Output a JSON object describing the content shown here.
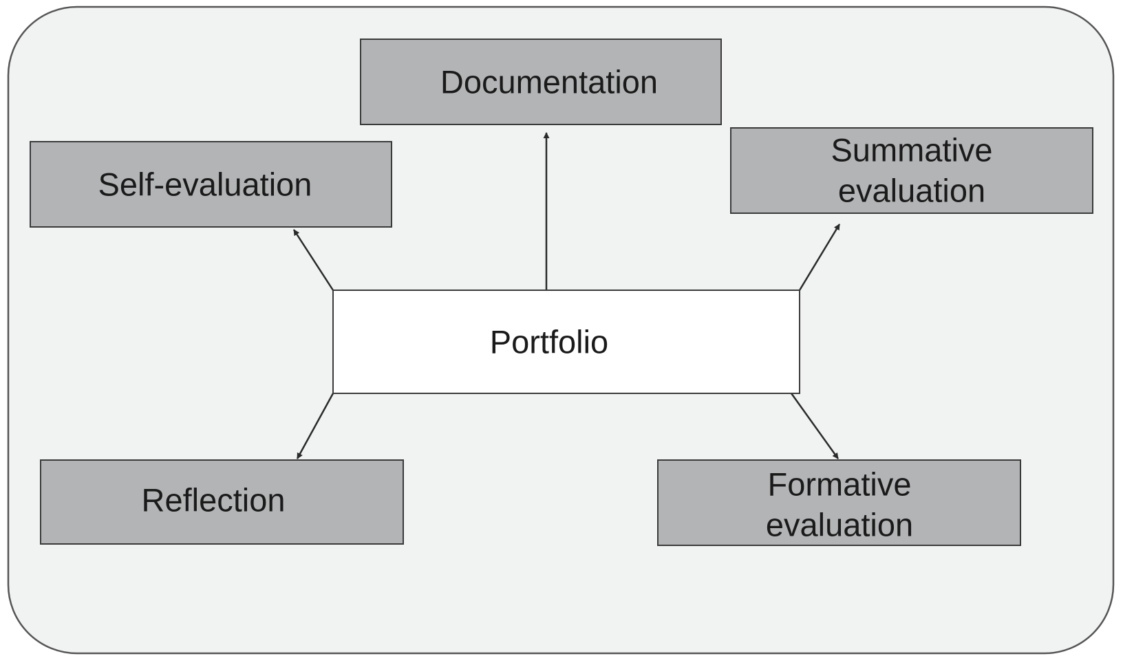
{
  "diagram": {
    "center": {
      "label": "Portfolio"
    },
    "nodes": [
      {
        "id": "documentation",
        "lines": [
          "Documentation"
        ]
      },
      {
        "id": "self-evaluation",
        "lines": [
          "Self-evaluation"
        ]
      },
      {
        "id": "summative-evaluation",
        "lines": [
          "Summative",
          "evaluation"
        ]
      },
      {
        "id": "reflection",
        "lines": [
          "Reflection"
        ]
      },
      {
        "id": "formative-evaluation",
        "lines": [
          "Formative",
          "evaluation"
        ]
      }
    ],
    "edges": [
      {
        "from": "portfolio",
        "to": "documentation"
      },
      {
        "from": "portfolio",
        "to": "self-evaluation"
      },
      {
        "from": "portfolio",
        "to": "summative-evaluation"
      },
      {
        "from": "portfolio",
        "to": "reflection"
      },
      {
        "from": "portfolio",
        "to": "formative-evaluation"
      }
    ],
    "colors": {
      "frame_fill": "#f1f2f2",
      "frame_stroke": "#555555",
      "node_fill": "#b3b4b6",
      "center_fill": "#ffffff",
      "line": "#2a2a2a"
    }
  }
}
